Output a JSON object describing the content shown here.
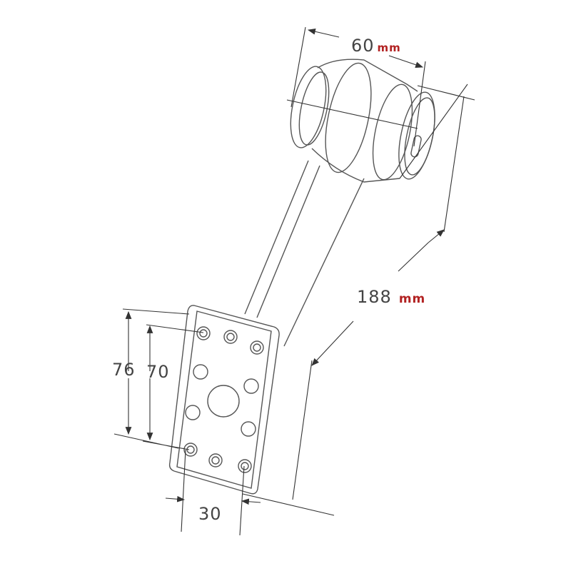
{
  "dimensions": {
    "width": {
      "value": "60",
      "unit": "mm"
    },
    "length": {
      "value": "188",
      "unit": "mm"
    },
    "plate_height_outer": {
      "value": "76"
    },
    "plate_height_holes": {
      "value": "70"
    },
    "plate_hole_spacing": {
      "value": "30"
    }
  },
  "colors": {
    "line": "#555555",
    "unit": "#b22222"
  }
}
